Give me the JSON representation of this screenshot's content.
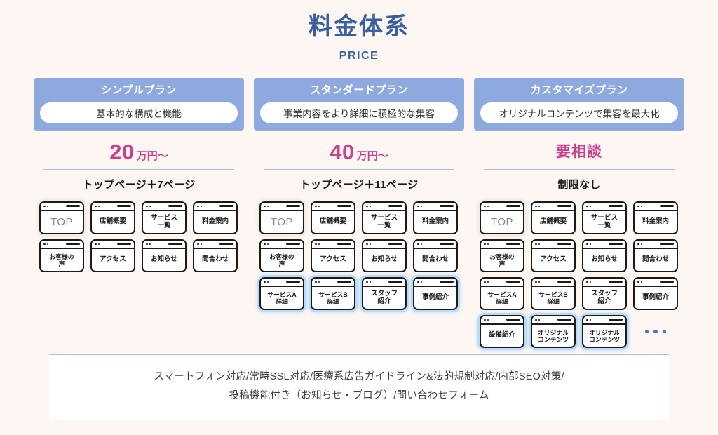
{
  "header": {
    "title": "料金体系",
    "subtitle": "PRICE"
  },
  "colors": {
    "background": "#fdf6f2",
    "heading_blue": "#3a5f9e",
    "plan_header_blue": "#8ea9dd",
    "price_pink": "#cc3f8e",
    "rule_blue": "#a9bfe6",
    "glow_blue": "#b9dcfa",
    "dot_blue": "#4a6fc4"
  },
  "plans": [
    {
      "name": "シンプルプラン",
      "description": "基本的な構成と機能",
      "price_number": "20",
      "price_unit": "万円～",
      "price_is_text": false,
      "pages_label": "トップページ＋7ページ",
      "cards": [
        {
          "label": "TOP",
          "style": "top",
          "glow": false
        },
        {
          "label": "店舗概要",
          "style": "normal",
          "glow": false
        },
        {
          "label": "サービス\n一覧",
          "style": "normal",
          "glow": false
        },
        {
          "label": "料金案内",
          "style": "normal",
          "glow": false
        },
        {
          "label": "お客様の\n声",
          "style": "small",
          "glow": false
        },
        {
          "label": "アクセス",
          "style": "normal",
          "glow": false
        },
        {
          "label": "お知らせ",
          "style": "normal",
          "glow": false
        },
        {
          "label": "問合わせ",
          "style": "normal",
          "glow": false
        }
      ]
    },
    {
      "name": "スタンダードプラン",
      "description": "事業内容をより詳細に積極的な集客",
      "price_number": "40",
      "price_unit": "万円～",
      "price_is_text": false,
      "pages_label": "トップページ＋11ページ",
      "cards": [
        {
          "label": "TOP",
          "style": "top",
          "glow": false
        },
        {
          "label": "店舗概要",
          "style": "normal",
          "glow": false
        },
        {
          "label": "サービス\n一覧",
          "style": "normal",
          "glow": false
        },
        {
          "label": "料金案内",
          "style": "normal",
          "glow": false
        },
        {
          "label": "お客様の\n声",
          "style": "small",
          "glow": false
        },
        {
          "label": "アクセス",
          "style": "normal",
          "glow": false
        },
        {
          "label": "お知らせ",
          "style": "normal",
          "glow": false
        },
        {
          "label": "問合わせ",
          "style": "normal",
          "glow": false
        },
        {
          "label": "サービスA\n詳細",
          "style": "small",
          "glow": true
        },
        {
          "label": "サービスB\n詳細",
          "style": "small",
          "glow": true
        },
        {
          "label": "スタッフ\n紹介",
          "style": "normal",
          "glow": true
        },
        {
          "label": "事例紹介",
          "style": "normal",
          "glow": true
        }
      ]
    },
    {
      "name": "カスタマイズプラン",
      "description": "オリジナルコンテンツで集客を最大化",
      "price_number": "",
      "price_unit": "",
      "price_is_text": true,
      "price_text": "要相談",
      "pages_label": "制限なし",
      "cards": [
        {
          "label": "TOP",
          "style": "top",
          "glow": false
        },
        {
          "label": "店舗概要",
          "style": "normal",
          "glow": false
        },
        {
          "label": "サービス\n一覧",
          "style": "normal",
          "glow": false
        },
        {
          "label": "料金案内",
          "style": "normal",
          "glow": false
        },
        {
          "label": "お客様の\n声",
          "style": "small",
          "glow": false
        },
        {
          "label": "アクセス",
          "style": "normal",
          "glow": false
        },
        {
          "label": "お知らせ",
          "style": "normal",
          "glow": false
        },
        {
          "label": "問合わせ",
          "style": "normal",
          "glow": false
        },
        {
          "label": "サービスA\n詳細",
          "style": "small",
          "glow": false
        },
        {
          "label": "サービスB\n詳細",
          "style": "small",
          "glow": false
        },
        {
          "label": "スタッフ\n紹介",
          "style": "normal",
          "glow": false
        },
        {
          "label": "事例紹介",
          "style": "normal",
          "glow": false
        },
        {
          "label": "設備紹介",
          "style": "normal",
          "glow": true
        },
        {
          "label": "オリジナル\nコンテンツ",
          "style": "small",
          "glow": true
        },
        {
          "label": "オリジナル\nコンテンツ",
          "style": "small",
          "glow": true
        },
        {
          "label": "…",
          "style": "ellipsis",
          "glow": false
        }
      ]
    }
  ],
  "footer": {
    "line1": "スマートフォン対応/常時SSL対応/医療系広告ガイドライン&法的規制対応/内部SEO対策/",
    "line2": "投稿機能付き（お知らせ・ブログ）/問い合わせフォーム"
  }
}
